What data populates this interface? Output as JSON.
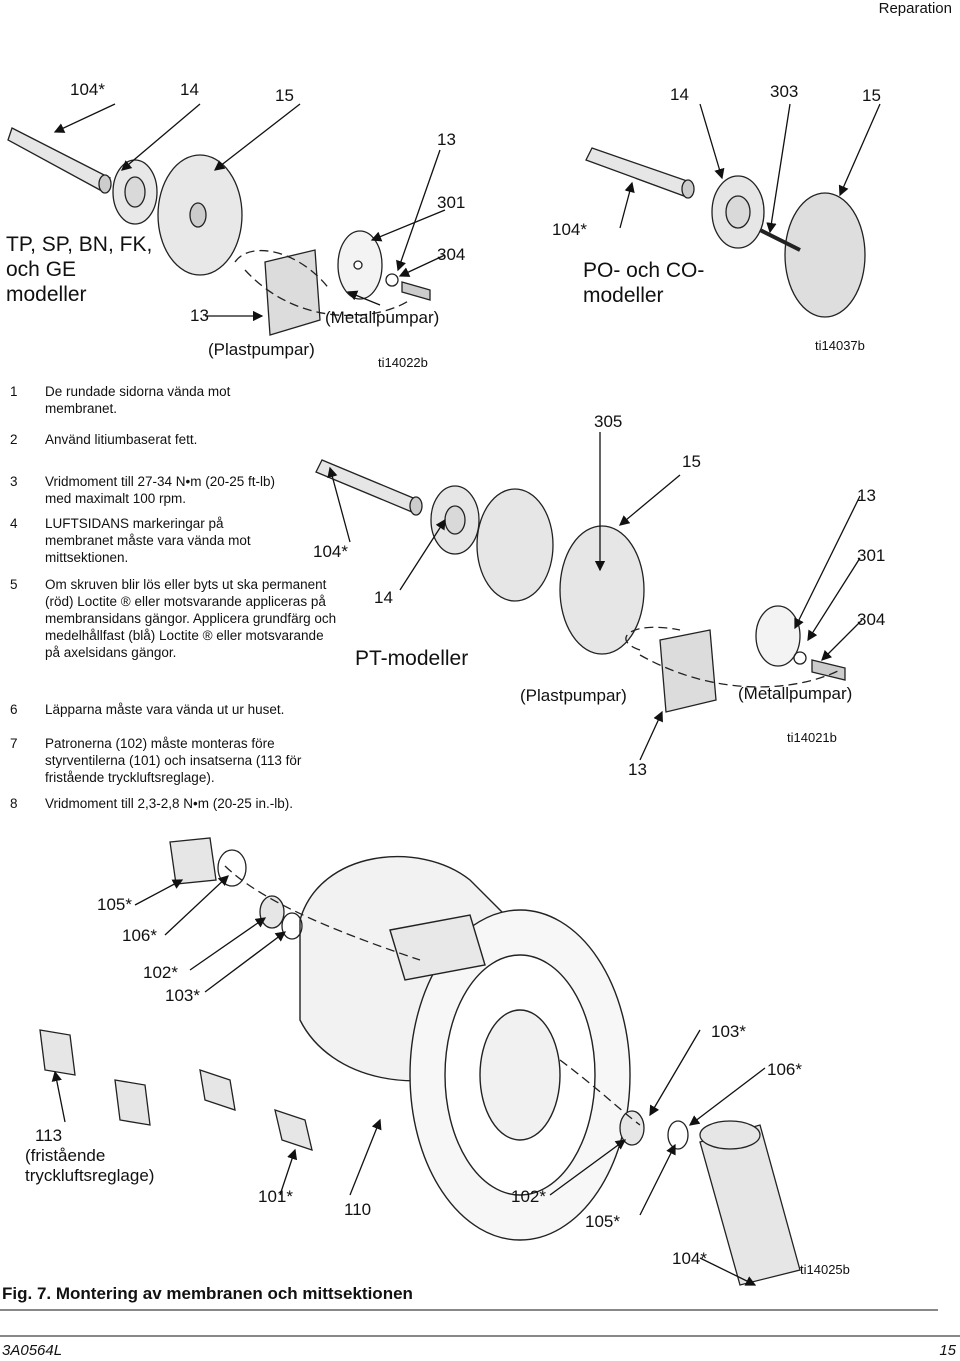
{
  "header": {
    "section": "Reparation"
  },
  "figure_top_left": {
    "model_heading": "TP, SP, BN, FK, och GE modeller",
    "labels": {
      "l104": "104*",
      "l14": "14",
      "l15": "15",
      "l13": "13",
      "l301": "301",
      "l304": "304",
      "l313": "13",
      "metal": "(Metallpumpar)",
      "plastic": "(Plastpumpar)",
      "ref": "ti14022b"
    }
  },
  "figure_top_right": {
    "model_heading": "PO- och CO-modeller",
    "labels": {
      "l14": "14",
      "l303": "303",
      "l15": "15",
      "l104": "104*",
      "l305": "305",
      "ref": "ti14037b"
    }
  },
  "notes": [
    {
      "num": "1",
      "text": "De rundade sidorna vända mot membranet."
    },
    {
      "num": "2",
      "text": "Använd litiumbaserat fett."
    },
    {
      "num": "3",
      "text": "Vridmoment till 27-34 N•m (20-25 ft-lb) med maximalt 100 rpm."
    },
    {
      "num": "4",
      "text": "LUFTSIDANS markeringar på membranet måste vara vända mot mittsektionen."
    },
    {
      "num": "5",
      "text": "Om skruven blir lös eller byts ut ska permanent (röd) Loctite ® eller motsvarande appliceras på membransidans gängor. Applicera grundfärg och medelhållfast (blå) Loctite ® eller motsvarande på axelsidans gängor."
    },
    {
      "num": "6",
      "text": "Läpparna måste vara vända ut ur huset."
    },
    {
      "num": "7",
      "text": "Patronerna (102) måste monteras före styrventilerna (101) och insatserna (113 för fristående tryckluftsreglage)."
    },
    {
      "num": "8",
      "text": "Vridmoment till 2,3-2,8 N•m (20-25 in.-lb)."
    }
  ],
  "figure_pt": {
    "model_heading": "PT-modeller",
    "labels": {
      "l15": "15",
      "l13": "13",
      "l104": "104*",
      "l301": "301",
      "l14": "14",
      "l304": "304",
      "plastic": "(Plastpumpar)",
      "metal": "(Metallpumpar)",
      "ref": "ti14021b",
      "l313": "13"
    }
  },
  "figure_bottom": {
    "labels": {
      "l105": "105*",
      "l106": "106*",
      "l102": "102*",
      "l103": "103*",
      "r103": "103*",
      "r106": "106*",
      "l113": "113",
      "fristaende": "(fristående",
      "tryck": "tryckluftsreglage)",
      "l101": "101*",
      "l110": "110",
      "b102": "102*",
      "b105": "105*",
      "b104": "104*",
      "ref": "ti14025b"
    }
  },
  "caption": {
    "fig": "Fig. 7.",
    "text": "Montering av membranen och mittsektionen"
  },
  "footer": {
    "doc": "3A0564L",
    "page": "15"
  }
}
